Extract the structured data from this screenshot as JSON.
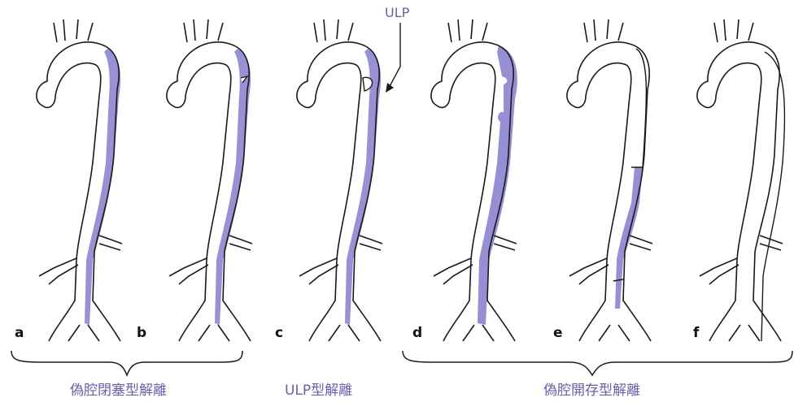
{
  "panels": [
    {
      "letter": "a",
      "type": "occluded"
    },
    {
      "letter": "b",
      "type": "occluded"
    },
    {
      "letter": "c",
      "type": "ulp"
    },
    {
      "letter": "d",
      "type": "patent"
    },
    {
      "letter": "e",
      "type": "partial"
    },
    {
      "letter": "f",
      "type": "empty"
    }
  ],
  "groups": [
    {
      "label": "偽腔閉塞型解離"
    },
    {
      "label": "ULP型解離"
    },
    {
      "label": "偽腔開存型解離"
    }
  ],
  "annotation": {
    "label": "ULP"
  },
  "colors": {
    "false_lumen": "#8d86cf",
    "outline": "#1a1a1a",
    "accent": "#6a5fa8"
  }
}
